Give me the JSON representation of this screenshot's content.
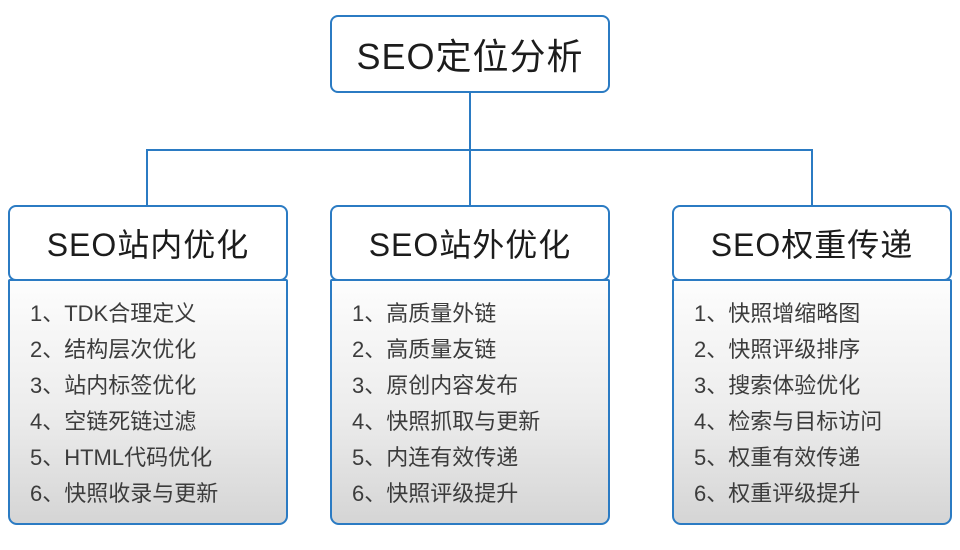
{
  "theme": {
    "line_color": "#2b7bc3",
    "box_border_color": "#2b7bc3",
    "header_text_color": "#1c1c1c",
    "item_text_color": "#3c3c3c",
    "panel_gradient_top": "#fdfdfd",
    "panel_gradient_mid": "#ececec",
    "panel_gradient_bottom": "#d5d5d5",
    "background": "#ffffff"
  },
  "root": {
    "title": "SEO定位分析"
  },
  "columns": [
    {
      "title": "SEO站内优化",
      "items": [
        "1、TDK合理定义",
        "2、结构层次优化",
        "3、站内标签优化",
        "4、空链死链过滤",
        "5、HTML代码优化",
        "6、快照收录与更新"
      ]
    },
    {
      "title": "SEO站外优化",
      "items": [
        "1、高质量外链",
        "2、高质量友链",
        "3、原创内容发布",
        "4、快照抓取与更新",
        "5、内连有效传递",
        "6、快照评级提升"
      ]
    },
    {
      "title": "SEO权重传递",
      "items": [
        "1、快照增缩略图",
        "2、快照评级排序",
        "3、搜索体验优化",
        "4、检索与目标访问",
        "5、权重有效传递",
        "6、权重评级提升"
      ]
    }
  ]
}
